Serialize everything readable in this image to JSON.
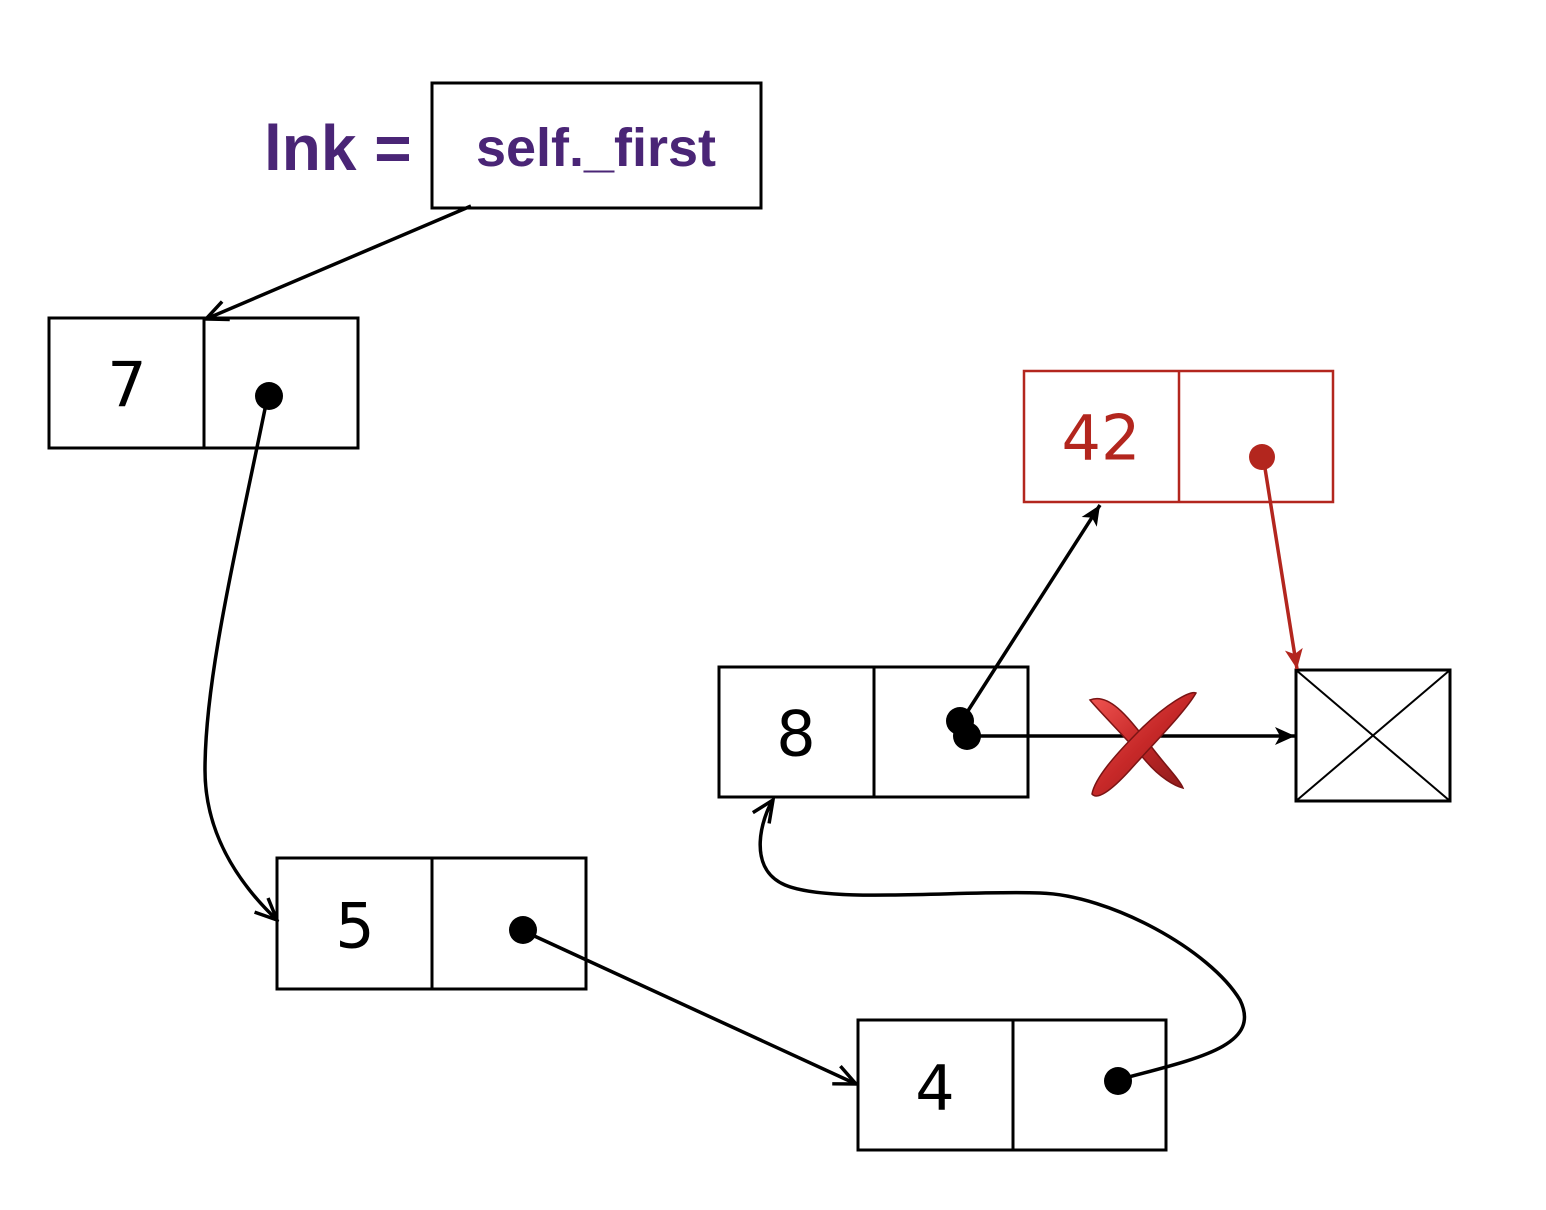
{
  "lnk_label": {
    "variable": "lnk =",
    "expression": "self._first"
  },
  "nodes": {
    "node_7": {
      "value": "7"
    },
    "node_5": {
      "value": "5"
    },
    "node_4": {
      "value": "4"
    },
    "node_8": {
      "value": "8"
    },
    "node_42": {
      "value": "42"
    }
  },
  "colors": {
    "label": "#4a2576",
    "new_node": "#b3261e",
    "removed_mark": "#c62828",
    "default": "#000000"
  },
  "icons": {
    "removed_link": "red-x-mark-icon",
    "empty_list": "empty-box-crossed-icon"
  }
}
